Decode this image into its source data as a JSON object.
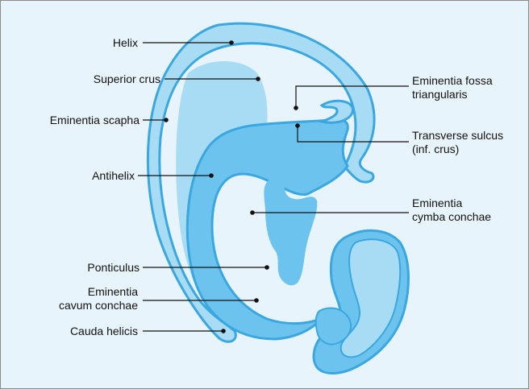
{
  "colors": {
    "background": "#e8f4fb",
    "outline": "#3aa7e0",
    "light_fill": "#a8dcf5",
    "mid_fill": "#6cc3ee",
    "leader": "#111111"
  },
  "labels": {
    "helix": "Helix",
    "superior_crus": "Superior crus",
    "eminentia_scapha": "Eminentia scapha",
    "antihelix": "Antihelix",
    "ponticulus": "Ponticulus",
    "eminentia_cavum_1": "Eminentia",
    "eminentia_cavum_2": "cavum conchae",
    "cauda_helicis": "Cauda helicis",
    "eminentia_fossa_1": "Eminentia fossa",
    "eminentia_fossa_2": "triangularis",
    "transverse_sulcus_1": "Transverse sulcus",
    "transverse_sulcus_2": "(inf. crus)",
    "eminentia_cymba_1": "Eminentia",
    "eminentia_cymba_2": "cymba conchae"
  }
}
